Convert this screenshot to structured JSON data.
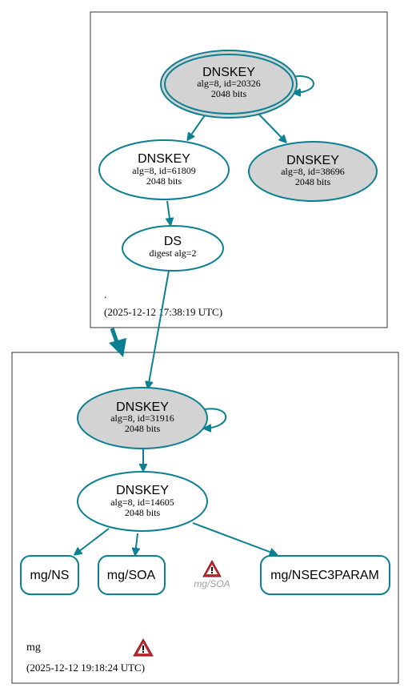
{
  "zones": {
    "root": {
      "name": ".",
      "timestamp": "(2025-12-12 17:38:19 UTC)"
    },
    "mg": {
      "name": "mg",
      "timestamp": "(2025-12-12 19:18:24 UTC)"
    }
  },
  "nodes": {
    "root_ksk": {
      "title": "DNSKEY",
      "line1": "alg=8, id=20326",
      "line2": "2048 bits"
    },
    "root_zsk1": {
      "title": "DNSKEY",
      "line1": "alg=8, id=61809",
      "line2": "2048 bits"
    },
    "root_zsk2": {
      "title": "DNSKEY",
      "line1": "alg=8, id=38696",
      "line2": "2048 bits"
    },
    "ds": {
      "title": "DS",
      "line1": "digest alg=2"
    },
    "mg_ksk": {
      "title": "DNSKEY",
      "line1": "alg=8, id=31916",
      "line2": "2048 bits"
    },
    "mg_zsk": {
      "title": "DNSKEY",
      "line1": "alg=8, id=14605",
      "line2": "2048 bits"
    },
    "mg_ns": {
      "title": "mg/NS"
    },
    "mg_soa": {
      "title": "mg/SOA"
    },
    "mg_soa_warn": {
      "title": "mg/SOA"
    },
    "mg_nsec3param": {
      "title": "mg/NSEC3PARAM"
    }
  },
  "colors": {
    "edge": "#0b8092",
    "ksk_fill": "#d3d3d3",
    "warning_red": "#c0282d",
    "muted_text": "#a0a0a0"
  }
}
